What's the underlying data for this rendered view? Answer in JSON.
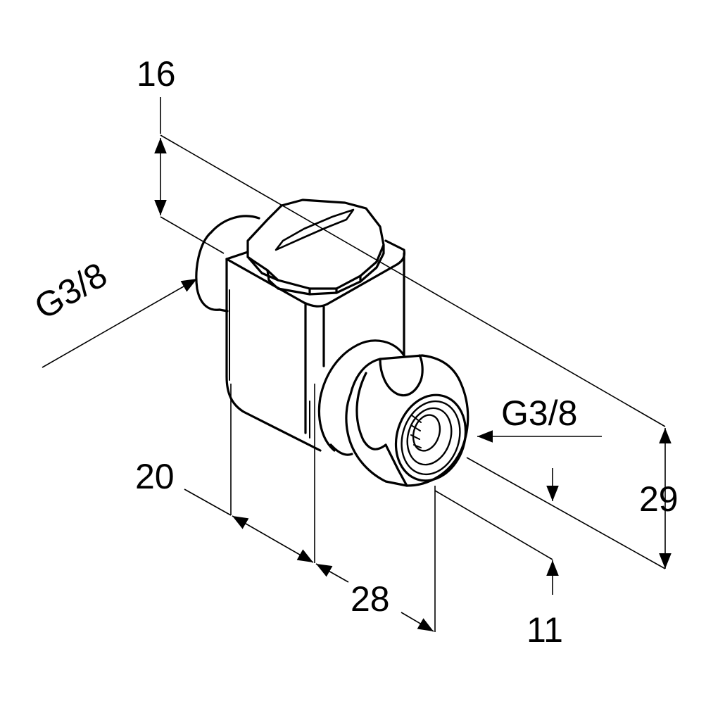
{
  "dimensions": {
    "d16": "16",
    "d20": "20",
    "d28": "28",
    "d11": "11",
    "d29": "29",
    "thread_left": "G3/8",
    "thread_right": "G3/8"
  },
  "style": {
    "line_color": "#000000",
    "background": "#ffffff"
  }
}
